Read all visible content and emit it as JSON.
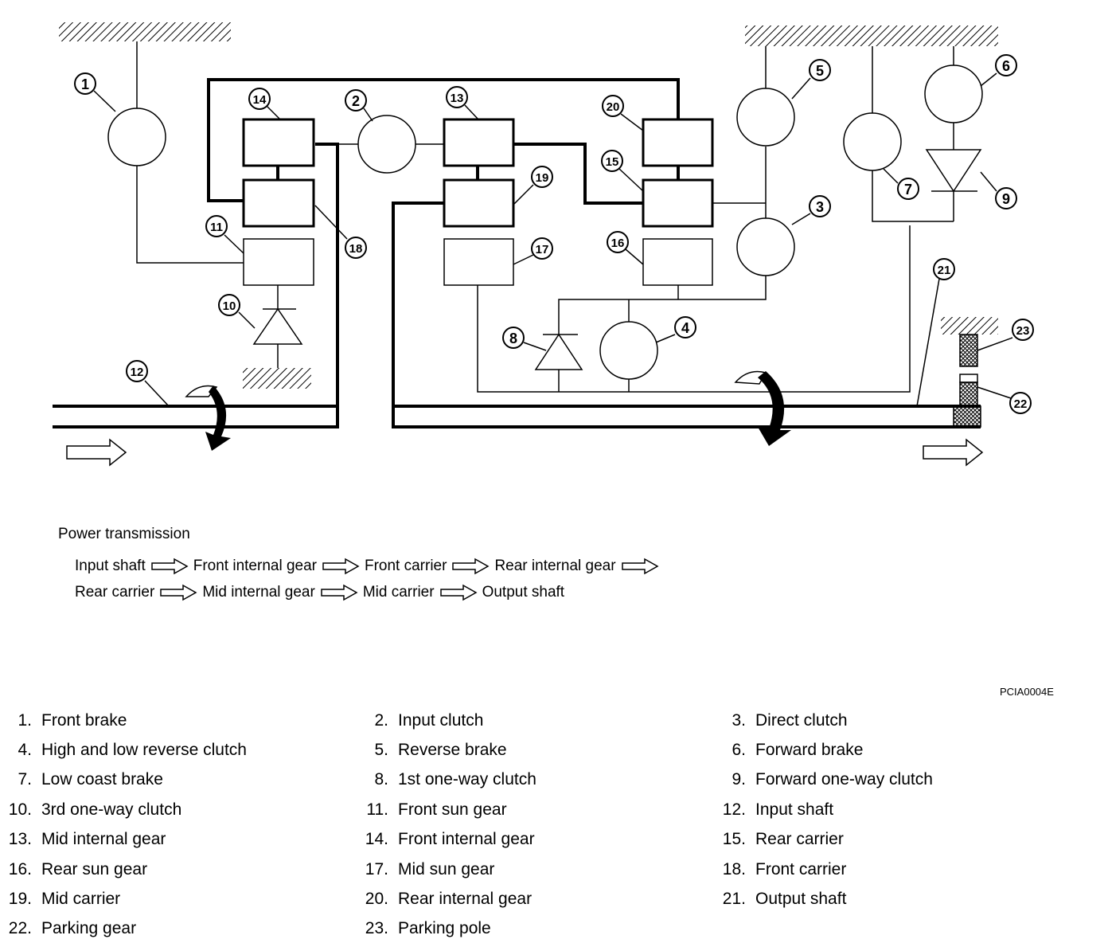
{
  "components": {
    "1": "1",
    "2": "2",
    "3": "3",
    "4": "4",
    "5": "5",
    "6": "6",
    "7": "7",
    "8": "8",
    "9": "9",
    "10": "10",
    "11": "11",
    "12": "12",
    "13": "13",
    "14": "14",
    "15": "15",
    "16": "16",
    "17": "17",
    "18": "18",
    "19": "19",
    "20": "20",
    "21": "21",
    "22": "22",
    "23": "23"
  },
  "power_transmission": {
    "title": "Power transmission",
    "row1": [
      "Input shaft",
      "Front internal gear",
      "Front carrier",
      "Rear internal gear"
    ],
    "row2": [
      "Rear carrier",
      "Mid internal gear",
      "Mid carrier",
      "Output shaft"
    ]
  },
  "figure_code": "PCIA0004E",
  "legend": [
    {
      "num": "1.",
      "name": "Front brake"
    },
    {
      "num": "2.",
      "name": "Input clutch"
    },
    {
      "num": "3.",
      "name": "Direct clutch"
    },
    {
      "num": "4.",
      "name": "High and low reverse clutch"
    },
    {
      "num": "5.",
      "name": "Reverse brake"
    },
    {
      "num": "6.",
      "name": "Forward brake"
    },
    {
      "num": "7.",
      "name": "Low coast brake"
    },
    {
      "num": "8.",
      "name": "1st one-way clutch"
    },
    {
      "num": "9.",
      "name": "Forward one-way clutch"
    },
    {
      "num": "10.",
      "name": "3rd one-way clutch"
    },
    {
      "num": "11.",
      "name": "Front sun gear"
    },
    {
      "num": "12.",
      "name": "Input shaft"
    },
    {
      "num": "13.",
      "name": "Mid internal gear"
    },
    {
      "num": "14.",
      "name": "Front internal gear"
    },
    {
      "num": "15.",
      "name": "Rear carrier"
    },
    {
      "num": "16.",
      "name": "Rear sun gear"
    },
    {
      "num": "17.",
      "name": "Mid sun gear"
    },
    {
      "num": "18.",
      "name": "Front carrier"
    },
    {
      "num": "19.",
      "name": "Mid carrier"
    },
    {
      "num": "20.",
      "name": "Rear internal gear"
    },
    {
      "num": "21.",
      "name": "Output shaft"
    },
    {
      "num": "22.",
      "name": "Parking gear"
    },
    {
      "num": "23.",
      "name": "Parking pole"
    }
  ]
}
